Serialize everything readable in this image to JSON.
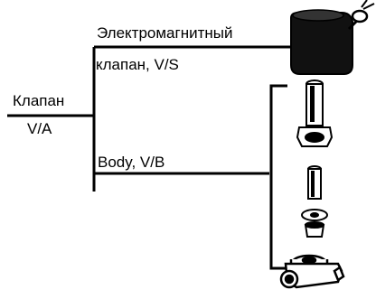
{
  "labels": {
    "solenoid_line1": "Электромагнитный",
    "solenoid_line2": "клапан, V/S",
    "valve_name": "Клапан",
    "valve_code": "V/A",
    "body": "Body, V/B"
  },
  "colors": {
    "ink": "#000000",
    "background": "#ffffff",
    "coil_fill": "#111111"
  }
}
